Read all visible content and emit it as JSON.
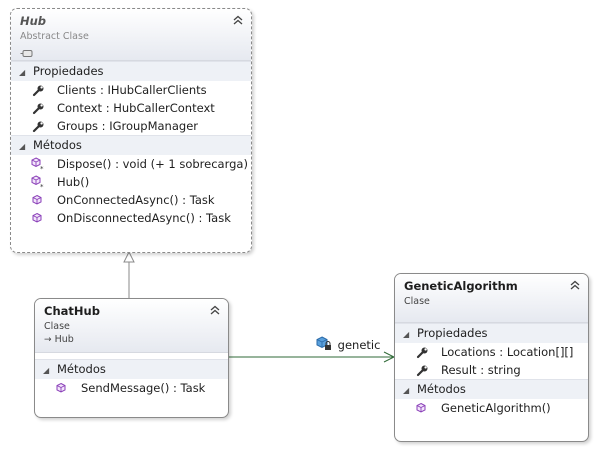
{
  "hub": {
    "name": "Hub",
    "stereotype": "Abstract Clase",
    "sections": [
      {
        "label": "Propiedades",
        "items": [
          {
            "text": "Clients : IHubCallerClients",
            "icon": "wrench-icon"
          },
          {
            "text": "Context : HubCallerContext",
            "icon": "wrench-icon"
          },
          {
            "text": "Groups : IGroupManager",
            "icon": "wrench-icon"
          }
        ]
      },
      {
        "label": "Métodos",
        "items": [
          {
            "text": "Dispose() : void (+ 1 sobrecarga)",
            "icon": "method-star-icon"
          },
          {
            "text": "Hub()",
            "icon": "method-star-icon"
          },
          {
            "text": "OnConnectedAsync() : Task",
            "icon": "method-icon"
          },
          {
            "text": "OnDisconnectedAsync() : Task",
            "icon": "method-icon"
          }
        ]
      }
    ]
  },
  "chathub": {
    "name": "ChatHub",
    "stereotype": "Clase",
    "base": "Hub",
    "sections": [
      {
        "label": "Métodos",
        "items": [
          {
            "text": "SendMessage() : Task",
            "icon": "method-icon"
          }
        ]
      }
    ]
  },
  "genetic": {
    "name": "GeneticAlgorithm",
    "stereotype": "Clase",
    "sections": [
      {
        "label": "Propiedades",
        "items": [
          {
            "text": "Locations : Location[][]",
            "icon": "wrench-icon"
          },
          {
            "text": "Result : string",
            "icon": "wrench-icon"
          }
        ]
      },
      {
        "label": "Métodos",
        "items": [
          {
            "text": "GeneticAlgorithm()",
            "icon": "method-icon"
          }
        ]
      }
    ]
  },
  "association": {
    "label": "genetic",
    "icon": "field-lock-icon"
  },
  "colors": {
    "method": "#8a3fb8",
    "wrench": "#3a3a3a",
    "connector": "#2f6a37",
    "inherit": "#808080"
  }
}
